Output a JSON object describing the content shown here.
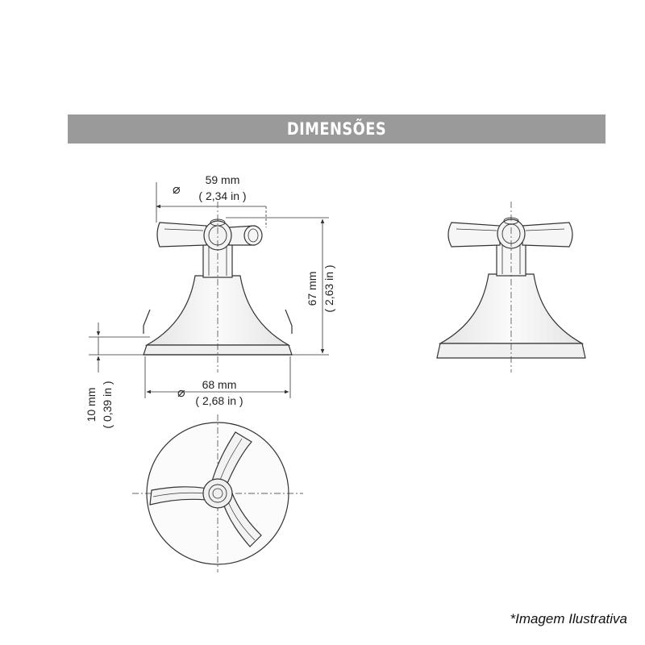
{
  "header": {
    "title": "DIMENSÕES"
  },
  "dimensions": {
    "handle_width": {
      "metric": "59 mm",
      "imperial": "( 2,34 in )",
      "symbol": "⌀"
    },
    "total_height": {
      "metric": "67 mm",
      "imperial": "( 2,63 in )"
    },
    "base_diameter": {
      "metric": "68 mm",
      "imperial": "( 2,68 in )",
      "symbol": "⌀"
    },
    "base_height": {
      "metric": "10 mm",
      "imperial": "( 0,39 in )"
    }
  },
  "footer": {
    "note": "*Imagem Ilustrativa"
  },
  "colors": {
    "banner": "#9a9a9a",
    "line": "#333333",
    "fill": "#f4f4f4"
  }
}
